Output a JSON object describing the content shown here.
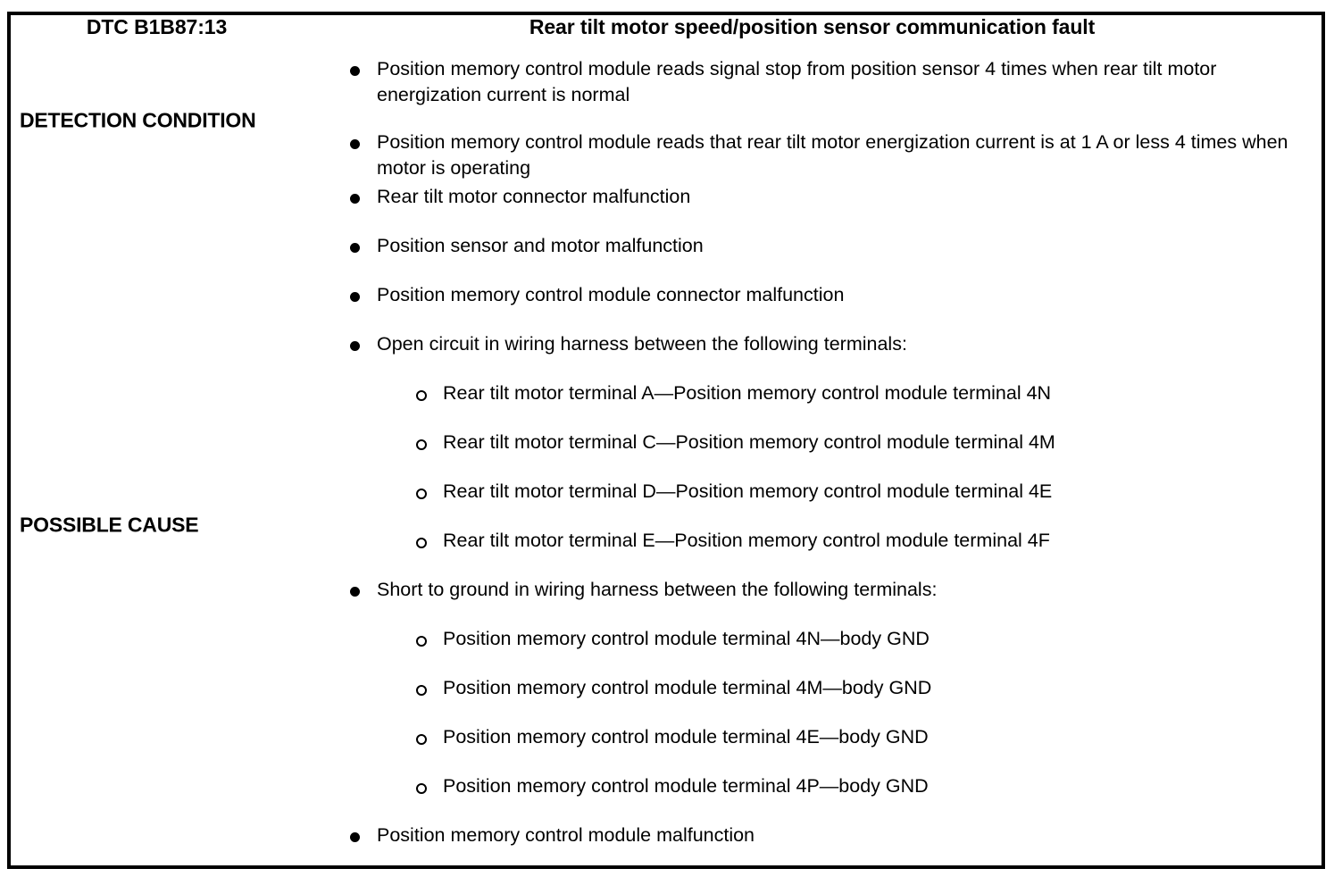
{
  "table": {
    "header": {
      "dtc_code_label": "DTC B1B87:13",
      "fault_title": "Rear tilt motor speed/position sensor communication fault"
    },
    "rows": [
      {
        "label": "DETECTION CONDITION",
        "items": [
          {
            "level": 1,
            "text": "Position memory control module reads signal stop from position sensor 4 times when rear tilt motor energization current is normal"
          },
          {
            "level": 1,
            "text": "Position memory control module reads that rear tilt motor energization current is at 1 A or less 4 times when motor is operating"
          }
        ]
      },
      {
        "label": "POSSIBLE CAUSE",
        "items": [
          {
            "level": 1,
            "text": "Rear tilt motor connector malfunction"
          },
          {
            "level": 1,
            "text": "Position sensor and motor malfunction"
          },
          {
            "level": 1,
            "text": "Position memory control module connector malfunction"
          },
          {
            "level": 1,
            "text": "Open circuit in wiring harness between the following terminals:"
          },
          {
            "level": 2,
            "text": "Rear tilt motor terminal A—Position memory control module terminal 4N"
          },
          {
            "level": 2,
            "text": "Rear tilt motor terminal C—Position memory control module terminal 4M"
          },
          {
            "level": 2,
            "text": "Rear tilt motor terminal D—Position memory control module terminal 4E"
          },
          {
            "level": 2,
            "text": "Rear tilt motor terminal E—Position memory control module terminal 4F"
          },
          {
            "level": 1,
            "text": "Short to ground in wiring harness between the following terminals:"
          },
          {
            "level": 2,
            "text": "Position memory control module terminal 4N—body GND"
          },
          {
            "level": 2,
            "text": "Position memory control module terminal 4M—body GND"
          },
          {
            "level": 2,
            "text": "Position memory control module terminal 4E—body GND"
          },
          {
            "level": 2,
            "text": "Position memory control module terminal 4P—body GND"
          },
          {
            "level": 1,
            "text": "Position memory control module malfunction"
          }
        ]
      }
    ]
  },
  "colors": {
    "border": "#000000",
    "text": "#000000",
    "background": "#ffffff"
  }
}
